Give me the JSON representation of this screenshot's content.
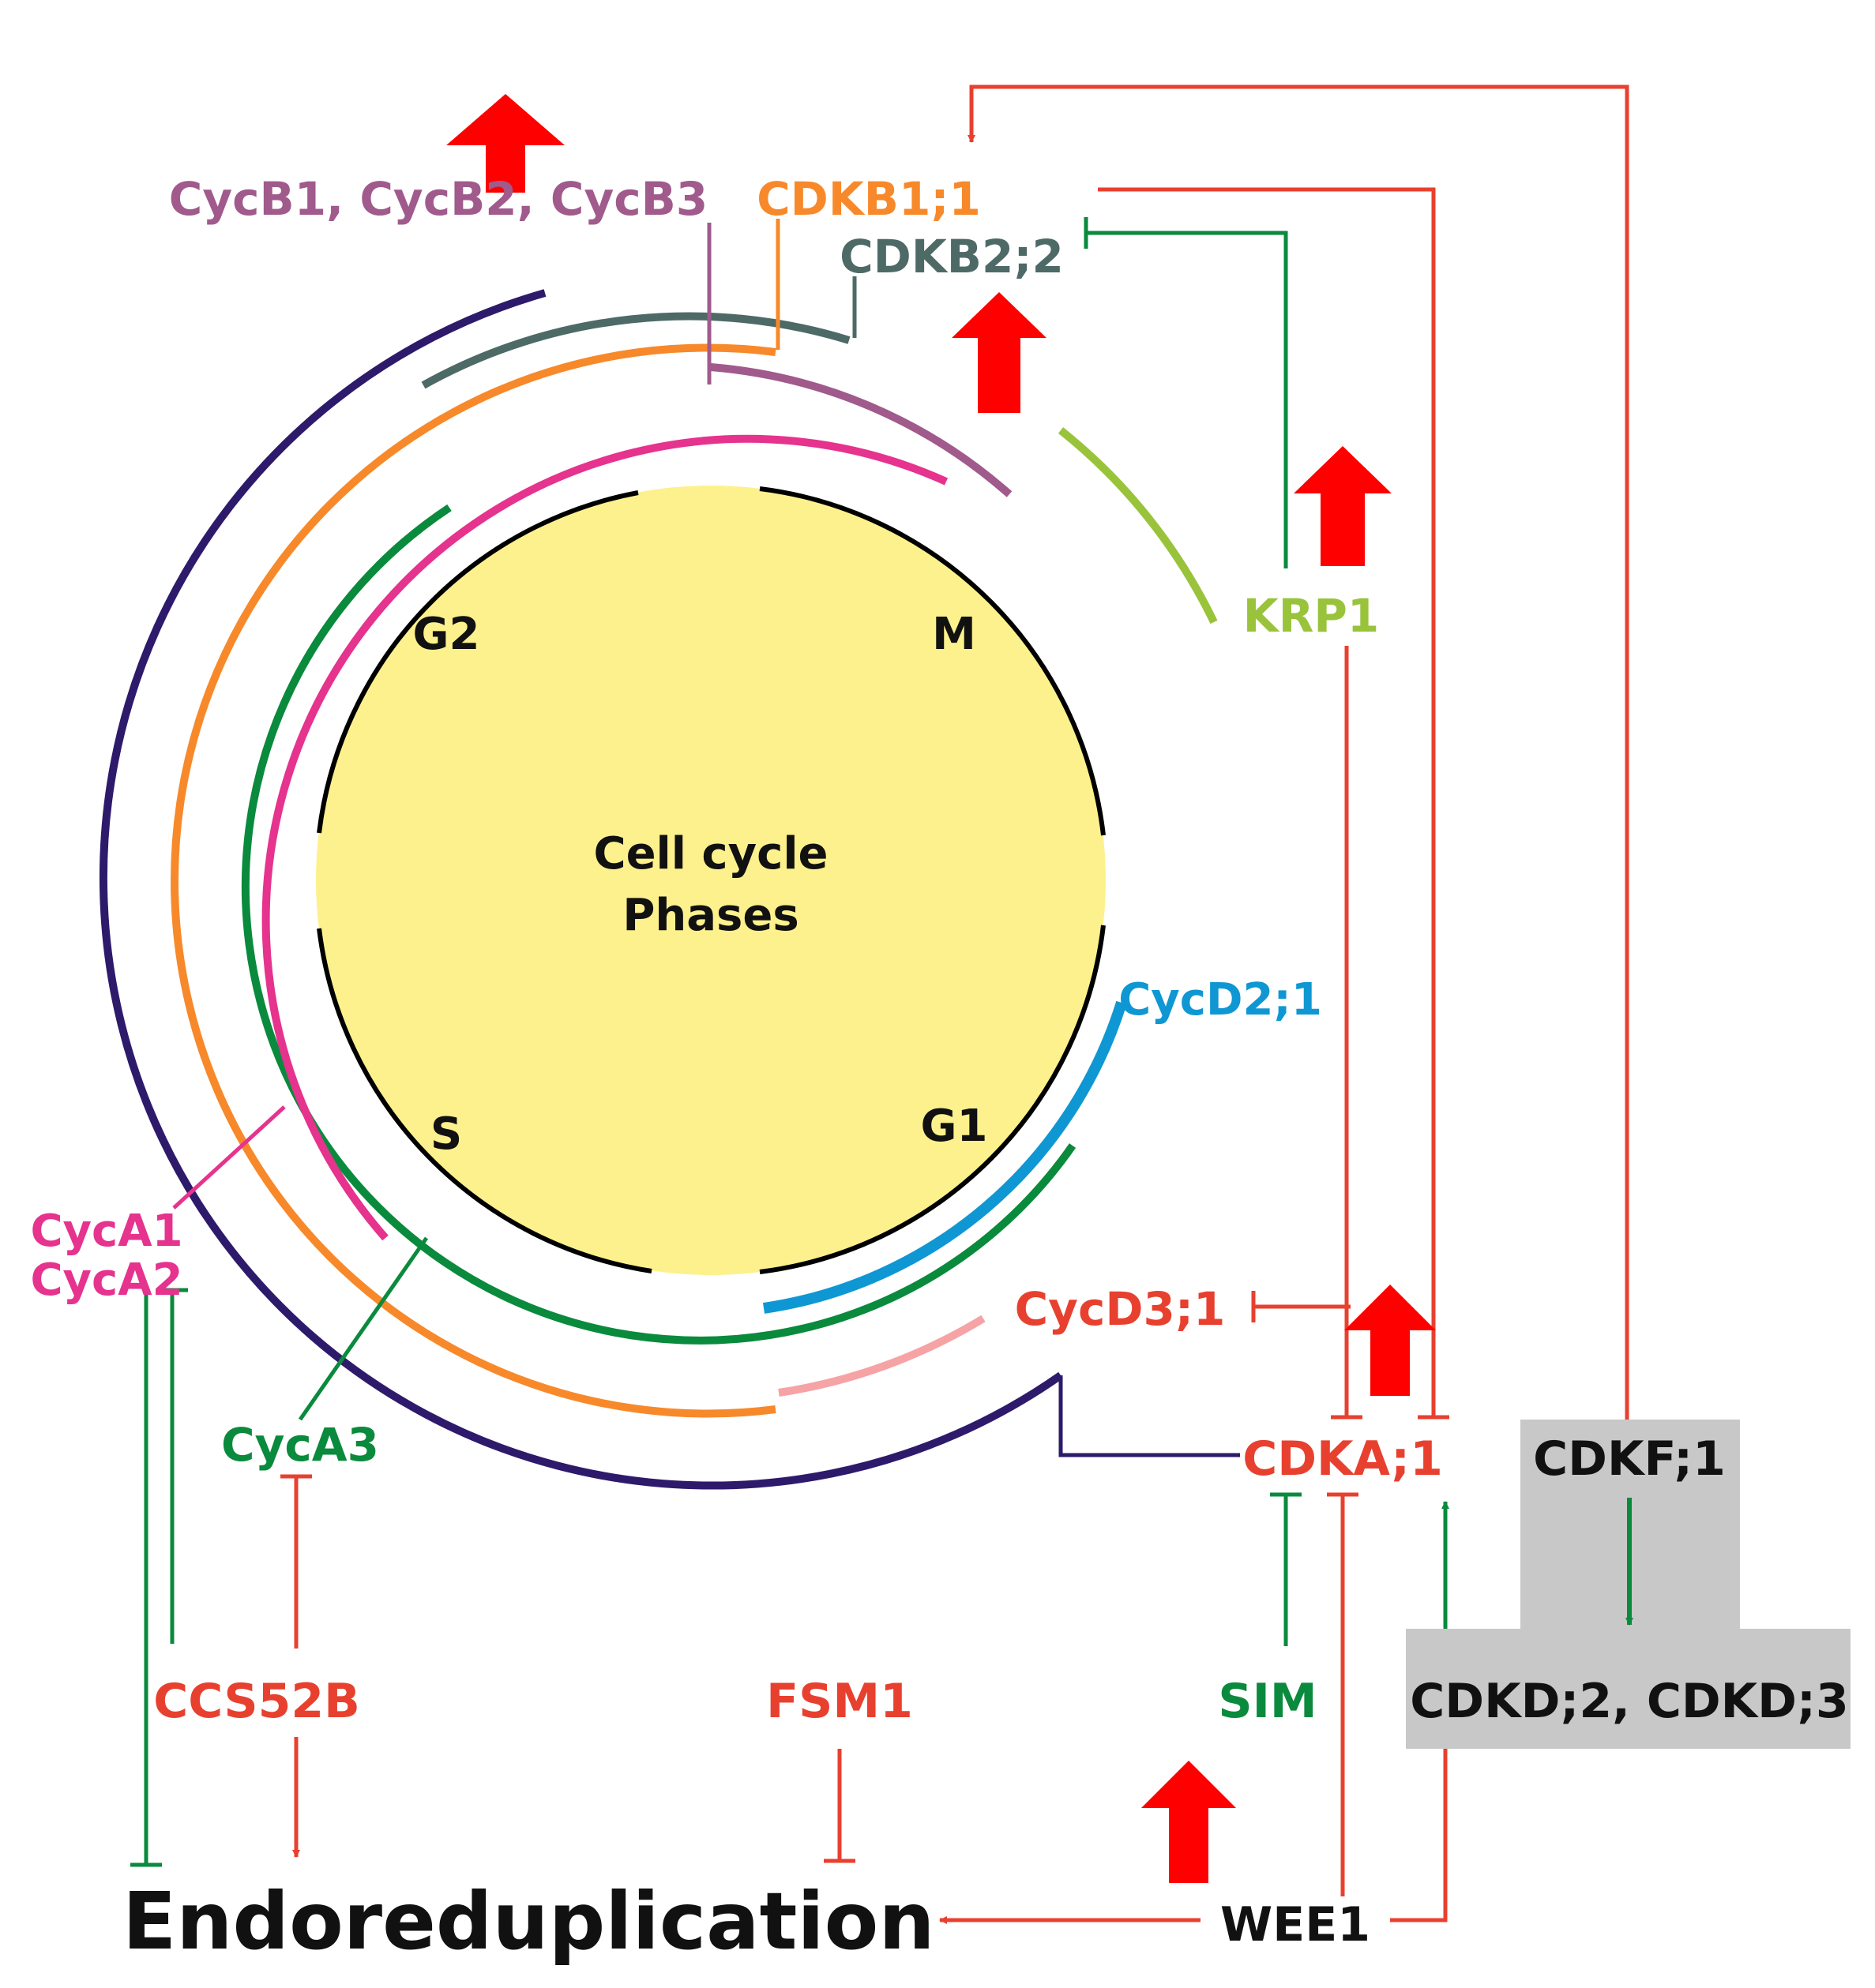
{
  "center_text": {
    "line1": "Cell cycle",
    "line2": "Phases"
  },
  "phases": {
    "g2": "G2",
    "m": "M",
    "s": "S",
    "g1": "G1"
  },
  "labels": {
    "cycb": "CycB1, CycB2, CycB3",
    "cdkb11": "CDKB1;1",
    "cdkb22": "CDKB2;2",
    "krp1": "KRP1",
    "cycd21": "CycD2;1",
    "cyca1": "CycA1",
    "cyca2": "CycA2",
    "cycd31": "CycD3;1",
    "cyca3": "CycA3",
    "cdka1": "CDKA;1",
    "cdkf1": "CDKF;1",
    "ccs52b": "CCS52B",
    "fsm1": "FSM1",
    "sim": "SIM",
    "cdkd": "CDKD;2, CDKD;3",
    "endoreduplication": "Endoreduplication",
    "wee1": "WEE1"
  },
  "colors": {
    "red": "#e8402f",
    "arrow_red": "#ff0000",
    "green": "#0a8a3c",
    "navy": "#2e1a6b",
    "orange": "#f7892b",
    "magenta": "#e5338e",
    "slate": "#4d6a66",
    "purple": "#a05a8c",
    "lime": "#9ac33c",
    "blue": "#0f97d3",
    "pink": "#f6a3a5",
    "yellow": "#fdf18d",
    "gray_box": "#c8c8c8"
  }
}
